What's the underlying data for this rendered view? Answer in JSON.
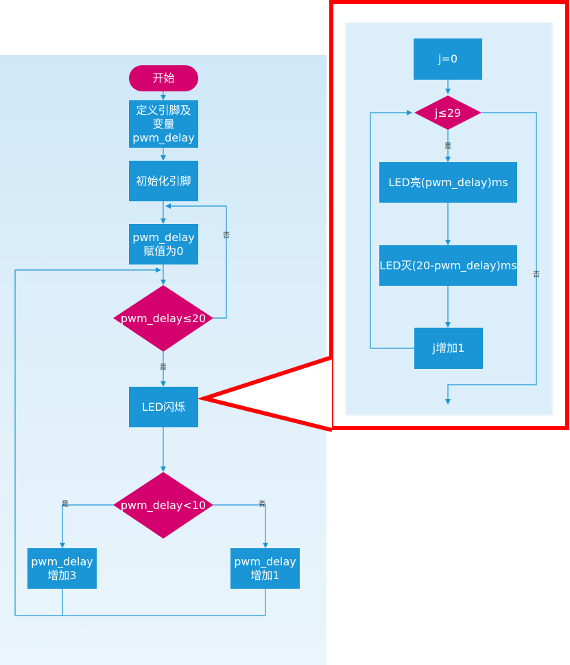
{
  "main_flow": {
    "start": "开始",
    "define_pins": "定义引脚及\n变量\npwm_delay",
    "init_pins": "初始化引脚",
    "assign_zero": "pwm_delay\n赋值为0",
    "cond_le20": "pwm_delay≤20",
    "led_flash": "LED闪烁",
    "cond_lt10": "pwm_delay<10",
    "inc3": "pwm_delay\n增加3",
    "inc1": "pwm_delay\n增加1",
    "yes": "是",
    "no": "否"
  },
  "detail_flow": {
    "j_init": "j=0",
    "cond_j": "j≤29",
    "led_on": "LED亮(pwm_delay)ms",
    "led_off": "LED灭(20-pwm_delay)ms",
    "j_inc": "j增加1",
    "yes": "是",
    "no": "否"
  },
  "colors": {
    "process": "#1a96d6",
    "decision": "#d4006e",
    "arrow": "#1a96d6",
    "highlight_frame": "#ff0000",
    "background": "#d6ecf8"
  }
}
